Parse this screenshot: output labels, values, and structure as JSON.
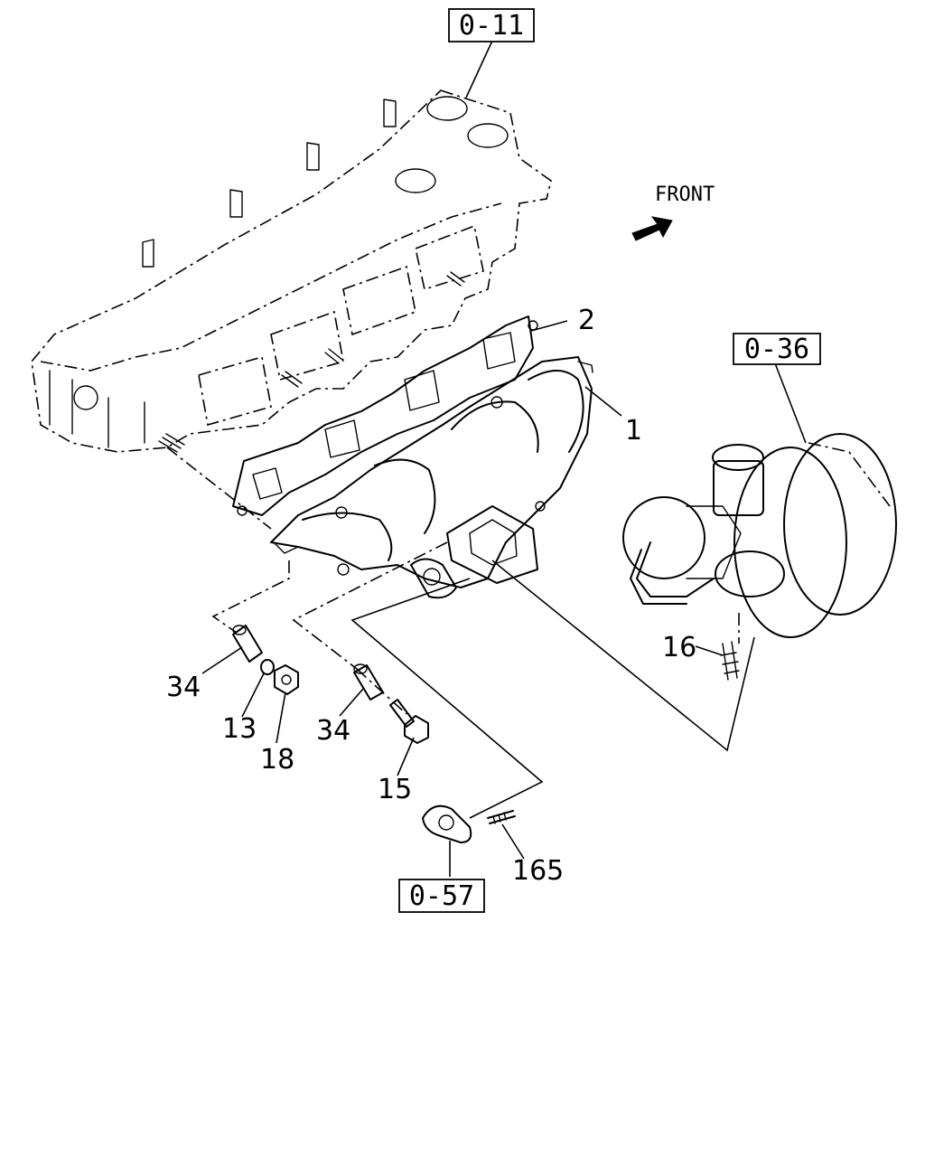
{
  "front_label": "FRONT",
  "references": {
    "cylinder_head": "0-11",
    "turbocharger": "0-36",
    "egr_flange": "0-57"
  },
  "callouts": {
    "manifold": "1",
    "gasket": "2",
    "stud_turbo": "16",
    "spacer_left": "34",
    "washer": "13",
    "nut": "18",
    "spacer_mid": "34",
    "bolt": "15",
    "stud_egr": "165"
  }
}
